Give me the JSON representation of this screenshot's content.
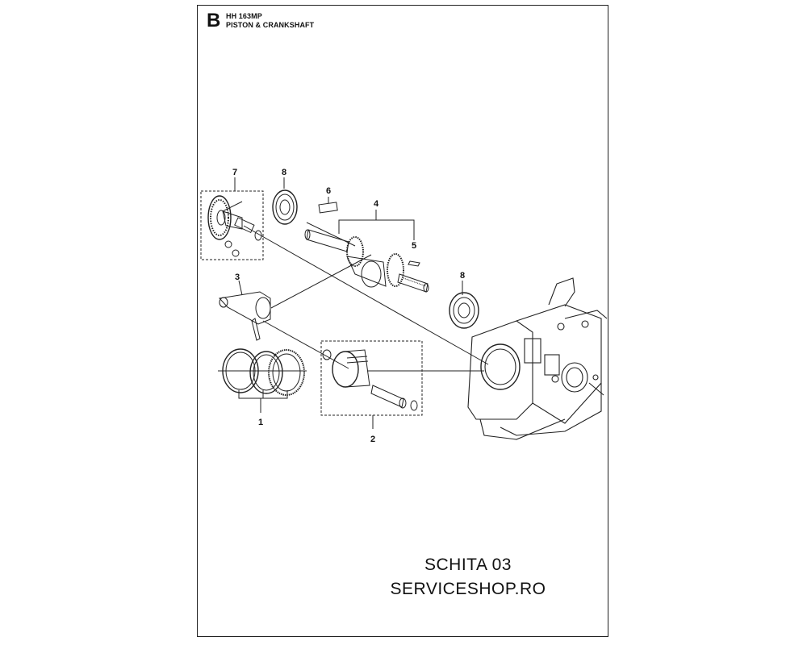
{
  "header": {
    "section_letter": "B",
    "model": "HH 163MP",
    "title": "PISTON & CRANKSHAFT"
  },
  "callouts": [
    {
      "id": "1",
      "label": "1"
    },
    {
      "id": "2",
      "label": "2"
    },
    {
      "id": "3",
      "label": "3"
    },
    {
      "id": "4",
      "label": "4"
    },
    {
      "id": "5",
      "label": "5"
    },
    {
      "id": "6",
      "label": "6"
    },
    {
      "id": "7",
      "label": "7"
    },
    {
      "id": "8a",
      "label": "8"
    },
    {
      "id": "8b",
      "label": "8"
    }
  ],
  "footer": {
    "line1": "SCHITA 03",
    "line2": "SERVICESHOP.RO"
  }
}
